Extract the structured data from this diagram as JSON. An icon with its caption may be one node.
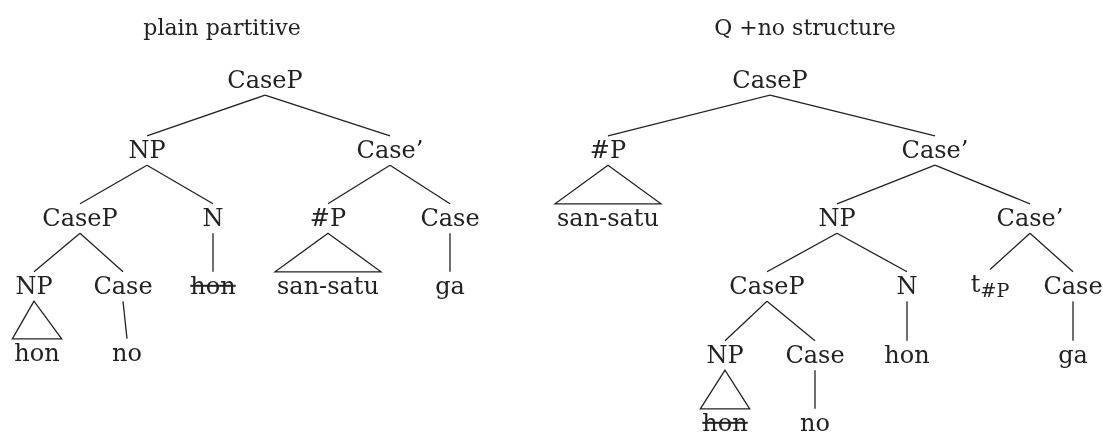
{
  "diagram": {
    "nodes": [
      {
        "text": [
          "CaseP"
        ]
      },
      {
        "text": [
          "NP"
        ]
      },
      {
        "text": [
          "Case’"
        ]
      },
      {
        "text": [
          "CaseP"
        ]
      },
      {
        "text": [
          "N"
        ]
      },
      {
        "text": [
          "#P"
        ]
      },
      {
        "text": [
          "Case"
        ]
      },
      {
        "text": [
          "NP"
        ]
      },
      {
        "text": [
          "Case"
        ]
      },
      {
        "text": [
          "hon"
        ]
      },
      {
        "text": [
          "san-satu"
        ]
      },
      {
        "text": [
          "ga"
        ]
      },
      {
        "text": [
          "hon"
        ]
      },
      {
        "text": [
          "no"
        ]
      },
      {
        "text": [
          "CaseP"
        ]
      },
      {
        "text": [
          "#P"
        ]
      },
      {
        "text": [
          "Case’"
        ]
      },
      {
        "text": [
          "san-satu"
        ]
      },
      {
        "text": [
          "NP"
        ]
      },
      {
        "text": [
          "Case’"
        ]
      },
      {
        "text": [
          "CaseP"
        ]
      },
      {
        "text": [
          "N"
        ]
      },
      {
        "text": [
          "t$_{#P}$"
        ]
      },
      {
        "text": [
          "Case"
        ]
      },
      {
        "text": [
          "NP"
        ]
      },
      {
        "text": [
          "Case"
        ]
      },
      {
        "text": [
          "hon"
        ]
      },
      {
        "text": [
          "ga"
        ]
      },
      {
        "text": [
          "hon"
        ]
      },
      {
        "text": [
          "no"
        ]
      }
    ],
    "edges": [
      {
        "from": 0,
        "to": 1,
        "arrow": "none"
      },
      {
        "from": 0,
        "to": 2,
        "arrow": "none"
      },
      {
        "from": 1,
        "to": 3,
        "arrow": "none"
      },
      {
        "from": 1,
        "to": 4,
        "arrow": "none"
      },
      {
        "from": 2,
        "to": 5,
        "arrow": "none"
      },
      {
        "from": 2,
        "to": 6,
        "arrow": "none"
      },
      {
        "from": 3,
        "to": 7,
        "arrow": "none"
      },
      {
        "from": 3,
        "to": 8,
        "arrow": "none"
      },
      {
        "from": 4,
        "to": 9,
        "arrow": "none"
      },
      {
        "from": 5,
        "to": 10,
        "arrow": "none"
      },
      {
        "from": 6,
        "to": 11,
        "arrow": "none"
      },
      {
        "from": 7,
        "to": 12,
        "arrow": "none"
      },
      {
        "from": 8,
        "to": 13,
        "arrow": "none"
      },
      {
        "from": 14,
        "to": 15,
        "arrow": "none"
      },
      {
        "from": 14,
        "to": 16,
        "arrow": "none"
      },
      {
        "from": 15,
        "to": 17,
        "arrow": "none"
      },
      {
        "from": 16,
        "to": 18,
        "arrow": "none"
      },
      {
        "from": 16,
        "to": 19,
        "arrow": "none"
      },
      {
        "from": 18,
        "to": 20,
        "arrow": "none"
      },
      {
        "from": 18,
        "to": 21,
        "arrow": "none"
      },
      {
        "from": 19,
        "to": 22,
        "arrow": "none"
      },
      {
        "from": 19,
        "to": 23,
        "arrow": "none"
      },
      {
        "from": 20,
        "to": 24,
        "arrow": "none"
      },
      {
        "from": 20,
        "to": 25,
        "arrow": "none"
      },
      {
        "from": 21,
        "to": 26,
        "arrow": "none"
      },
      {
        "from": 23,
        "to": 27,
        "arrow": "none"
      },
      {
        "from": 24,
        "to": 28,
        "arrow": "none"
      },
      {
        "from": 25,
        "to": 29,
        "arrow": "none"
      }
    ],
    "labels": [
      "plain partitive",
      "Q +no structure"
    ]
  }
}
